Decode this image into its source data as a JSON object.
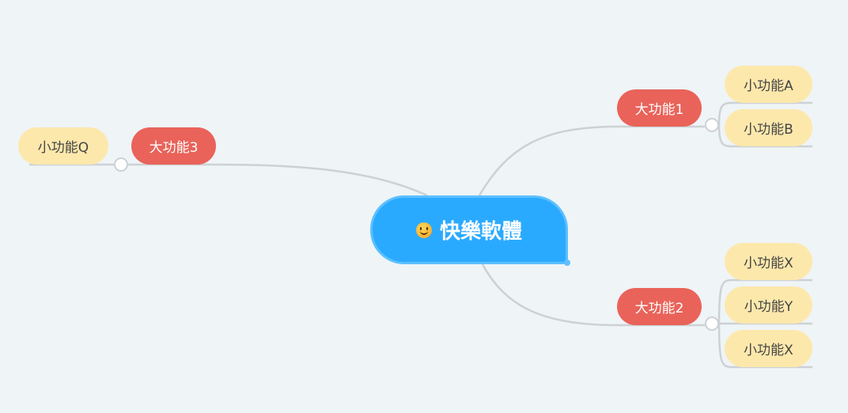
{
  "root": {
    "label": "快樂軟體",
    "icon": "smiley-icon"
  },
  "branches": [
    {
      "label": "大功能1",
      "children": [
        "小功能A",
        "小功能B"
      ]
    },
    {
      "label": "大功能2",
      "children": [
        "小功能X",
        "小功能Y",
        "小功能X"
      ]
    },
    {
      "label": "大功能3",
      "children": [
        "小功能Q"
      ]
    }
  ],
  "colors": {
    "root": "#2aaaff",
    "main": "#e9635a",
    "sub": "#fde8ac",
    "line": "#cdd1d4",
    "background": "#eff4f7"
  }
}
